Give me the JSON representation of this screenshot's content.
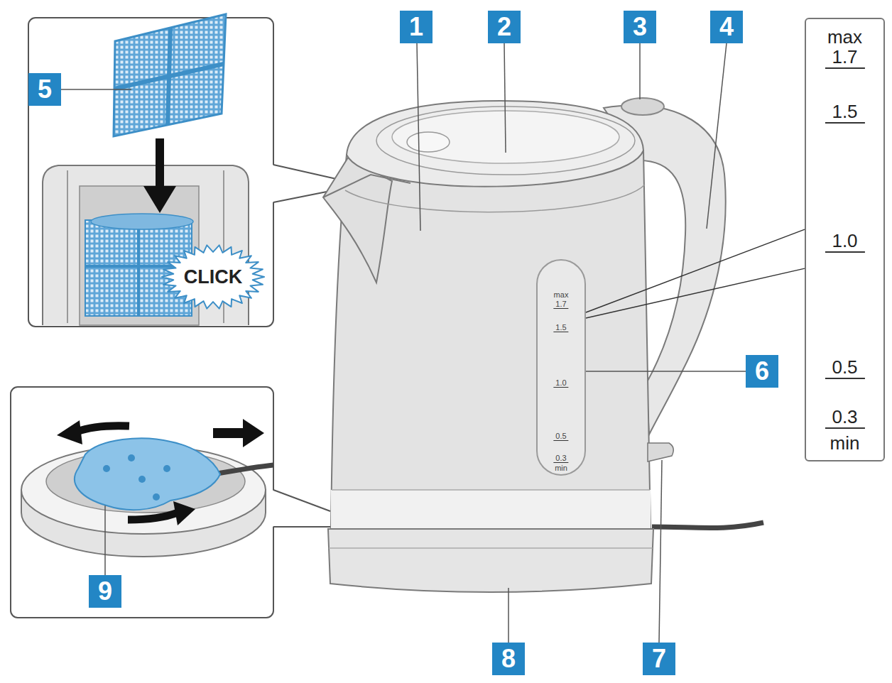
{
  "diagram": {
    "nodes": [
      {
        "text": [
          "1"
        ]
      },
      {
        "text": [
          "2"
        ]
      },
      {
        "text": [
          "3"
        ]
      },
      {
        "text": [
          "4"
        ]
      },
      {
        "text": [
          "max",
          "1.7",
          "1.5",
          "1.0",
          "0.5",
          "0.3",
          "min"
        ]
      },
      {
        "text": [
          "5"
        ]
      },
      {
        "text": [
          "CLICK"
        ]
      },
      {
        "text": [
          "max",
          "1.7",
          "1.5",
          "1.0",
          "0.5",
          "0.3",
          "min"
        ]
      },
      {
        "text": [
          "6"
        ]
      },
      {
        "text": [
          "9"
        ]
      },
      {
        "text": [
          "8"
        ]
      },
      {
        "text": [
          "7"
        ]
      }
    ],
    "edges": [
      {
        "from": 7,
        "to": 4,
        "arrow": "none"
      },
      {
        "from": 7,
        "to": 4,
        "arrow": "none"
      }
    ]
  }
}
